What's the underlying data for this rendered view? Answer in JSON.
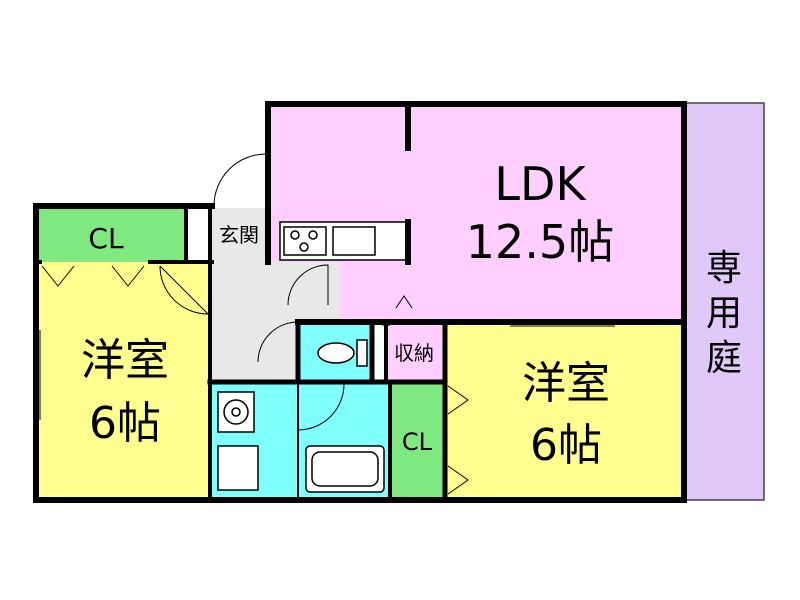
{
  "rooms": {
    "ldk": {
      "name": "LDK",
      "size": "12.5帖"
    },
    "western_left": {
      "name": "洋室",
      "size": "6帖"
    },
    "western_right": {
      "name": "洋室",
      "size": "6帖"
    },
    "closet_left": "CL",
    "closet_right": "CL",
    "entrance": "玄関",
    "storage": "収納",
    "private_garden": [
      "専",
      "用",
      "庭"
    ]
  },
  "colors": {
    "ldk": "#ffd0ff",
    "western": "#ffff90",
    "closet": "#80e880",
    "water": "#80ffff",
    "garden": "#e0c8f8",
    "hall": "#e8e8e8",
    "wall": "#000000"
  }
}
